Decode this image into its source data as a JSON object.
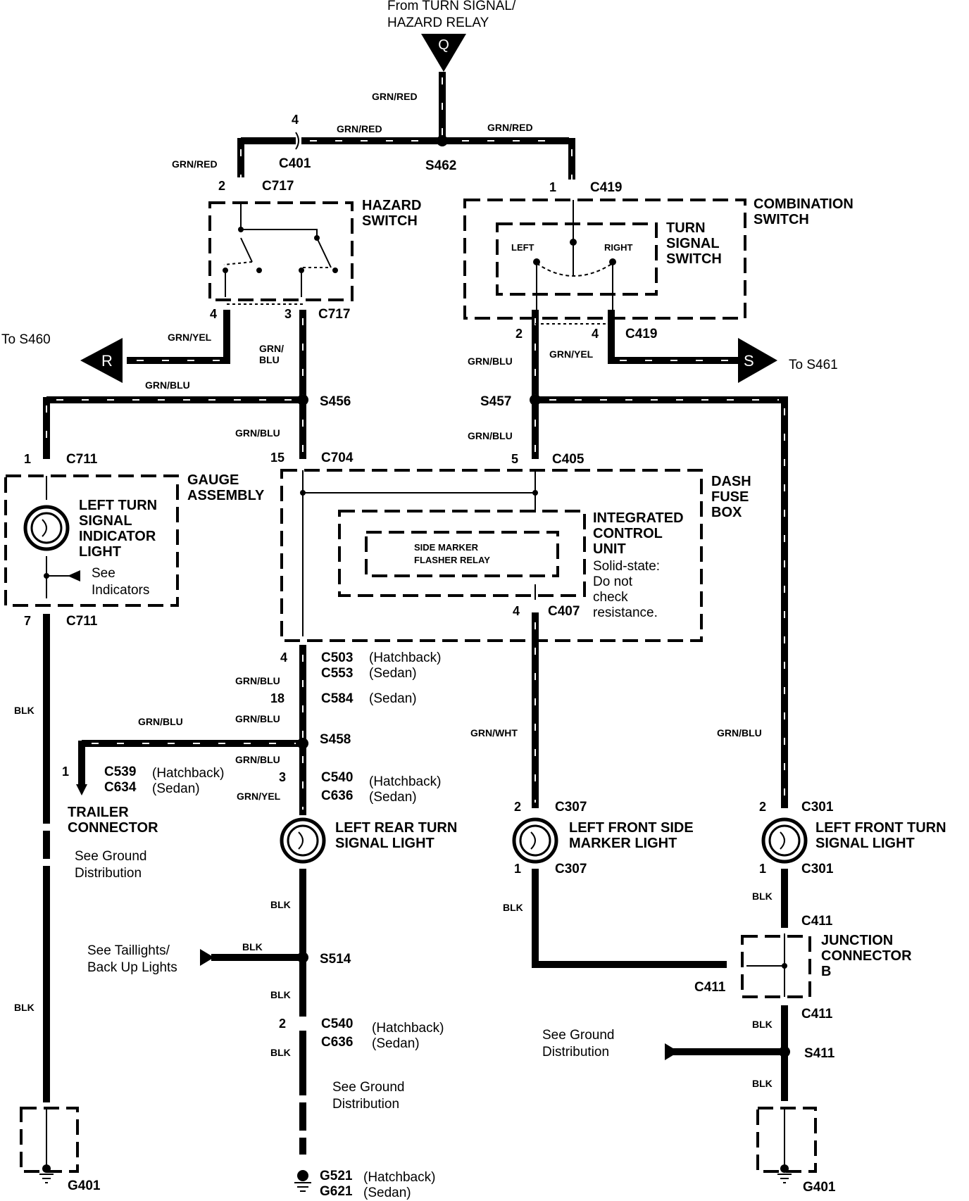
{
  "source": {
    "line1": "From TURN SIGNAL/",
    "line2": "HAZARD RELAY",
    "cap": "Q"
  },
  "wires": {
    "grn_red": "GRN/RED",
    "grn_yel": "GRN/YEL",
    "grn_blu": "GRN/BLU",
    "grn": "GRN/",
    "blu": "BLU",
    "grn_wht": "GRN/WHT",
    "blk": "BLK"
  },
  "splices": {
    "s462": "S462",
    "s456": "S456",
    "s457": "S457",
    "s458": "S458",
    "s514": "S514",
    "s411": "S411"
  },
  "connectors": {
    "c401": "C401",
    "c717": "C717",
    "c419": "C419",
    "c711": "C711",
    "c704": "C704",
    "c405": "C405",
    "c407": "C407",
    "c503": "C503",
    "c553": "C553",
    "c584": "C584",
    "c539": "C539",
    "c634": "C634",
    "c540": "C540",
    "c636": "C636",
    "c307": "C307",
    "c301": "C301",
    "c411": "C411",
    "g401": "G401",
    "g521": "G521",
    "g621": "G621"
  },
  "pins": {
    "p1": "1",
    "p2": "2",
    "p3": "3",
    "p4": "4",
    "p5": "5",
    "p7": "7",
    "p15": "15",
    "p18": "18"
  },
  "variants": {
    "hatchback": "(Hatchback)",
    "sedan": "(Sedan)"
  },
  "offpage": {
    "r_cap": "R",
    "r_label": "To S460",
    "s_cap": "S",
    "s_label": "To S461"
  },
  "components": {
    "hazard": [
      "HAZARD",
      "SWITCH"
    ],
    "combination": [
      "COMBINATION",
      "SWITCH"
    ],
    "turn_signal": [
      "TURN",
      "SIGNAL",
      "SWITCH"
    ],
    "left_label": "LEFT",
    "right_label": "RIGHT",
    "gauge": [
      "GAUGE",
      "ASSEMBLY"
    ],
    "left_indicator": [
      "LEFT TURN",
      "SIGNAL",
      "INDICATOR",
      "LIGHT"
    ],
    "see_indicators": [
      "See",
      "Indicators"
    ],
    "dash_fuse": [
      "DASH",
      "FUSE",
      "BOX"
    ],
    "icu": [
      "INTEGRATED",
      "CONTROL",
      "UNIT"
    ],
    "icu_note": [
      "Solid-state:",
      "Do not",
      "check",
      "resistance."
    ],
    "relay": [
      "SIDE MARKER",
      "FLASHER RELAY"
    ],
    "trailer": [
      "TRAILER",
      "CONNECTOR"
    ],
    "rear_turn": [
      "LEFT REAR TURN",
      "SIGNAL LIGHT"
    ],
    "front_side": [
      "LEFT FRONT SIDE",
      "MARKER LIGHT"
    ],
    "front_turn": [
      "LEFT FRONT TURN",
      "SIGNAL LIGHT"
    ],
    "junction": [
      "JUNCTION",
      "CONNECTOR",
      "B"
    ],
    "see_ground": [
      "See Ground",
      "Distribution"
    ],
    "see_taillights": [
      "See Taillights/",
      "Back Up Lights"
    ]
  }
}
